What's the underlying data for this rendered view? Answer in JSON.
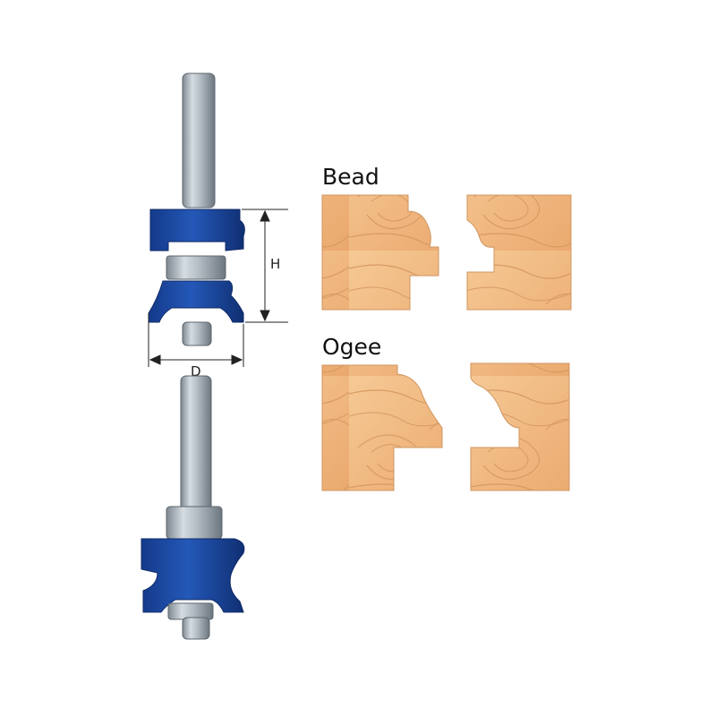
{
  "labels": {
    "bead": "Bead",
    "ogee": "Ogee",
    "height": "H",
    "diameter": "D"
  },
  "colors": {
    "cutter_blue": "#1e4aa0",
    "cutter_blue_dark": "#14357a",
    "shank_steel": "#a9b2ba",
    "wood": "#f1bc86",
    "wood_grain": "#d89a62",
    "outline": "#222222"
  }
}
